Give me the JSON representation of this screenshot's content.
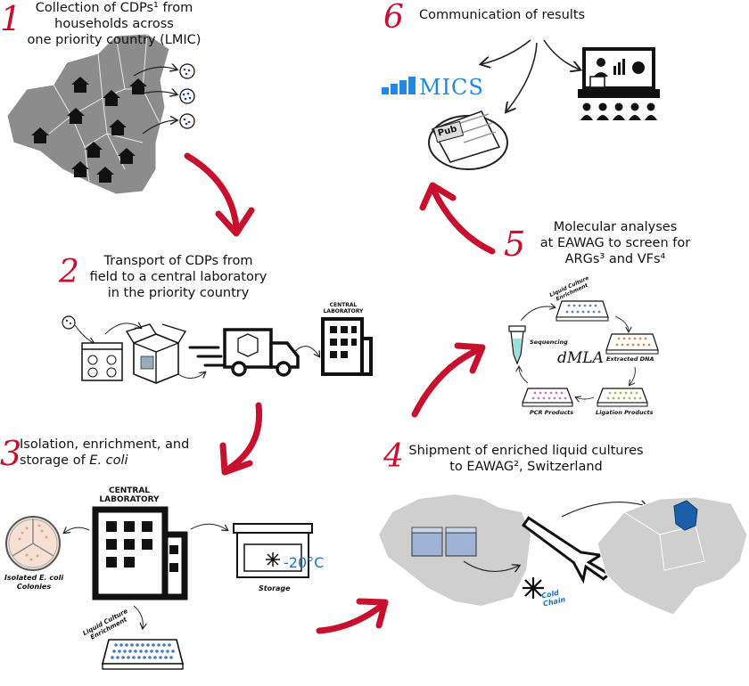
{
  "steps": {
    "s1": {
      "num": "1",
      "line1": "Collection of CDPs¹ from",
      "line2": "households across",
      "line3": "one priority country (LMIC)"
    },
    "s2": {
      "num": "2",
      "line1": "Transport of CDPs from",
      "line2": "field to a central laboratory",
      "line3": "in the priority country"
    },
    "s3": {
      "num": "3",
      "line1": "Isolation, enrichment, and",
      "line2_pre": "storage of ",
      "line2_em": "E. coli"
    },
    "s4": {
      "num": "4",
      "line1": "Shipment of enriched liquid cultures",
      "line2": "to EAWAG², Switzerland"
    },
    "s5": {
      "num": "5",
      "line1": "Molecular analyses",
      "line2": "at EAWAG to screen for",
      "line3": "ARGs³ and VFs⁴"
    },
    "s6": {
      "num": "6",
      "line1": "Communication of results"
    }
  },
  "labels": {
    "mics": "MICS",
    "pub": "Pub",
    "central_lab_small_1": "CENTRAL",
    "central_lab_small_2": "LABORATORY",
    "central_lab_big_1": "CENTRAL",
    "central_lab_big_2": "LABORATORY",
    "isolated_1": "Isolated E. coli",
    "isolated_2": "Colonies",
    "storage": "Storage",
    "temp": "-20°C",
    "liquid_1": "Liquid Culture",
    "liquid_2": "Enrichment",
    "liquid5_1": "Liquid Culture",
    "liquid5_2": "Enrichment",
    "extracted": "Extracted DNA",
    "ligation": "Ligation Products",
    "pcr": "PCR Products",
    "sequencing": "Sequencing",
    "dmla": "dMLA",
    "cold_1": "Cold",
    "cold_2": "Chain"
  },
  "colors": {
    "accent_red": "#c8102e",
    "blue": "#1a73c8",
    "mics_blue": "#1e88e5",
    "map_gray": "#8a8a8a",
    "light_gray": "#cfcfcf"
  }
}
